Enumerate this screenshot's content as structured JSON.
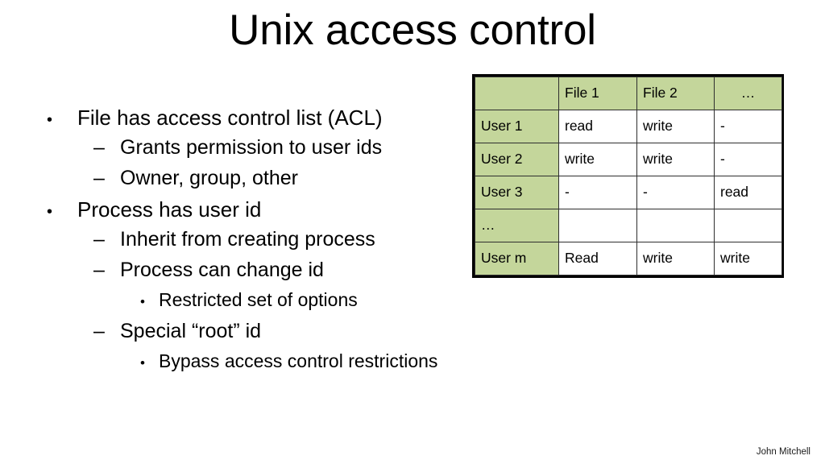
{
  "slide": {
    "title": "Unix access control",
    "footer": "John Mitchell",
    "background_color": "#ffffff",
    "text_color": "#000000"
  },
  "bullets": [
    {
      "level": 1,
      "marker": "•",
      "text": "File has access control list (ACL)"
    },
    {
      "level": 2,
      "marker": "–",
      "text": "Grants permission to user ids"
    },
    {
      "level": 2,
      "marker": "–",
      "text": "Owner, group, other"
    },
    {
      "level": 1,
      "marker": "•",
      "text": "Process has user id"
    },
    {
      "level": 2,
      "marker": "–",
      "text": "Inherit from creating process"
    },
    {
      "level": 2,
      "marker": "–",
      "text": "Process can change id"
    },
    {
      "level": 3,
      "marker": "•",
      "text": "Restricted set of options"
    },
    {
      "level": 2,
      "marker": "–",
      "text": "Special “root” id"
    },
    {
      "level": 3,
      "marker": "•",
      "text": "Bypass access control restrictions"
    }
  ],
  "acl_table": {
    "header_fill": "#c4d69b",
    "row_header_fill": "#c4d69b",
    "body_fill": "#ffffff",
    "border_color": "#000000",
    "columns": [
      "",
      "File 1",
      "File 2",
      "…"
    ],
    "rows": [
      {
        "label": "User 1",
        "cells": [
          "read",
          "write",
          "-"
        ]
      },
      {
        "label": "User 2",
        "cells": [
          "write",
          "write",
          "-"
        ]
      },
      {
        "label": "User 3",
        "cells": [
          "-",
          "-",
          "read"
        ]
      },
      {
        "label": "…",
        "cells": [
          "",
          "",
          ""
        ]
      },
      {
        "label": "User m",
        "cells": [
          "Read",
          "write",
          "write"
        ]
      }
    ]
  }
}
